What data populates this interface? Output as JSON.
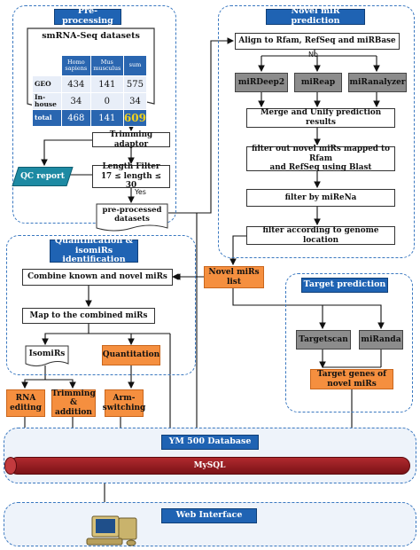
{
  "sections": {
    "preprocessing": "Pre-processing",
    "novel_prediction": "Novel miR prediction",
    "quantification": "Quantification &\nisomiRs identification",
    "target_prediction": "Target prediction",
    "database": "YM 500 Database",
    "web_interface": "Web Interface"
  },
  "dataset_table": {
    "title": "smRNA-Seq  datasets",
    "columns": [
      "Homo sapiens",
      "Mus musculus",
      "sum"
    ],
    "rows": [
      {
        "label": "GEO",
        "values": [
          "434",
          "141",
          "575"
        ]
      },
      {
        "label": "In-house",
        "values": [
          "34",
          "0",
          "34"
        ]
      },
      {
        "label": "total",
        "values": [
          "468",
          "141",
          "609"
        ]
      }
    ]
  },
  "preprocessing_steps": {
    "trimming": "Trimming adaptor",
    "length_filter": "Length Filter\n17 ≤ length ≤ 30",
    "qc_report": "QC report",
    "yes_label": "Yes",
    "preprocessed": "pre-processed\ndatasets"
  },
  "novel_steps": {
    "align": "Align to Rfam, RefSeq and miRBase",
    "no_label": "No",
    "tools": [
      "miRDeep2",
      "miReap",
      "miRanalyzer"
    ],
    "merge": "Merge and Unify prediction results",
    "filter_mapped": "filter out novel miRs mapped to Rfam\nand RefSeq using Blast",
    "filter_mirena": "filter by miReNa",
    "filter_genome": "filter according to genome location",
    "novel_list": "Novel miRs list"
  },
  "quant_steps": {
    "combine": "Combine known and novel miRs",
    "map": "Map to the combined miRs",
    "isomirs": "IsomiRs",
    "quantitation": "Quantitation",
    "rna_editing": "RNA\nediting",
    "trimming_addition": "Trimming\n& addition",
    "arm_switching": "Arm-\nswitching"
  },
  "target_steps": {
    "targetscan": "Targetscan",
    "miranda": "miRanda",
    "target_genes": "Target genes of\nnovel miRs"
  },
  "database": {
    "mysql": "MySQL"
  }
}
